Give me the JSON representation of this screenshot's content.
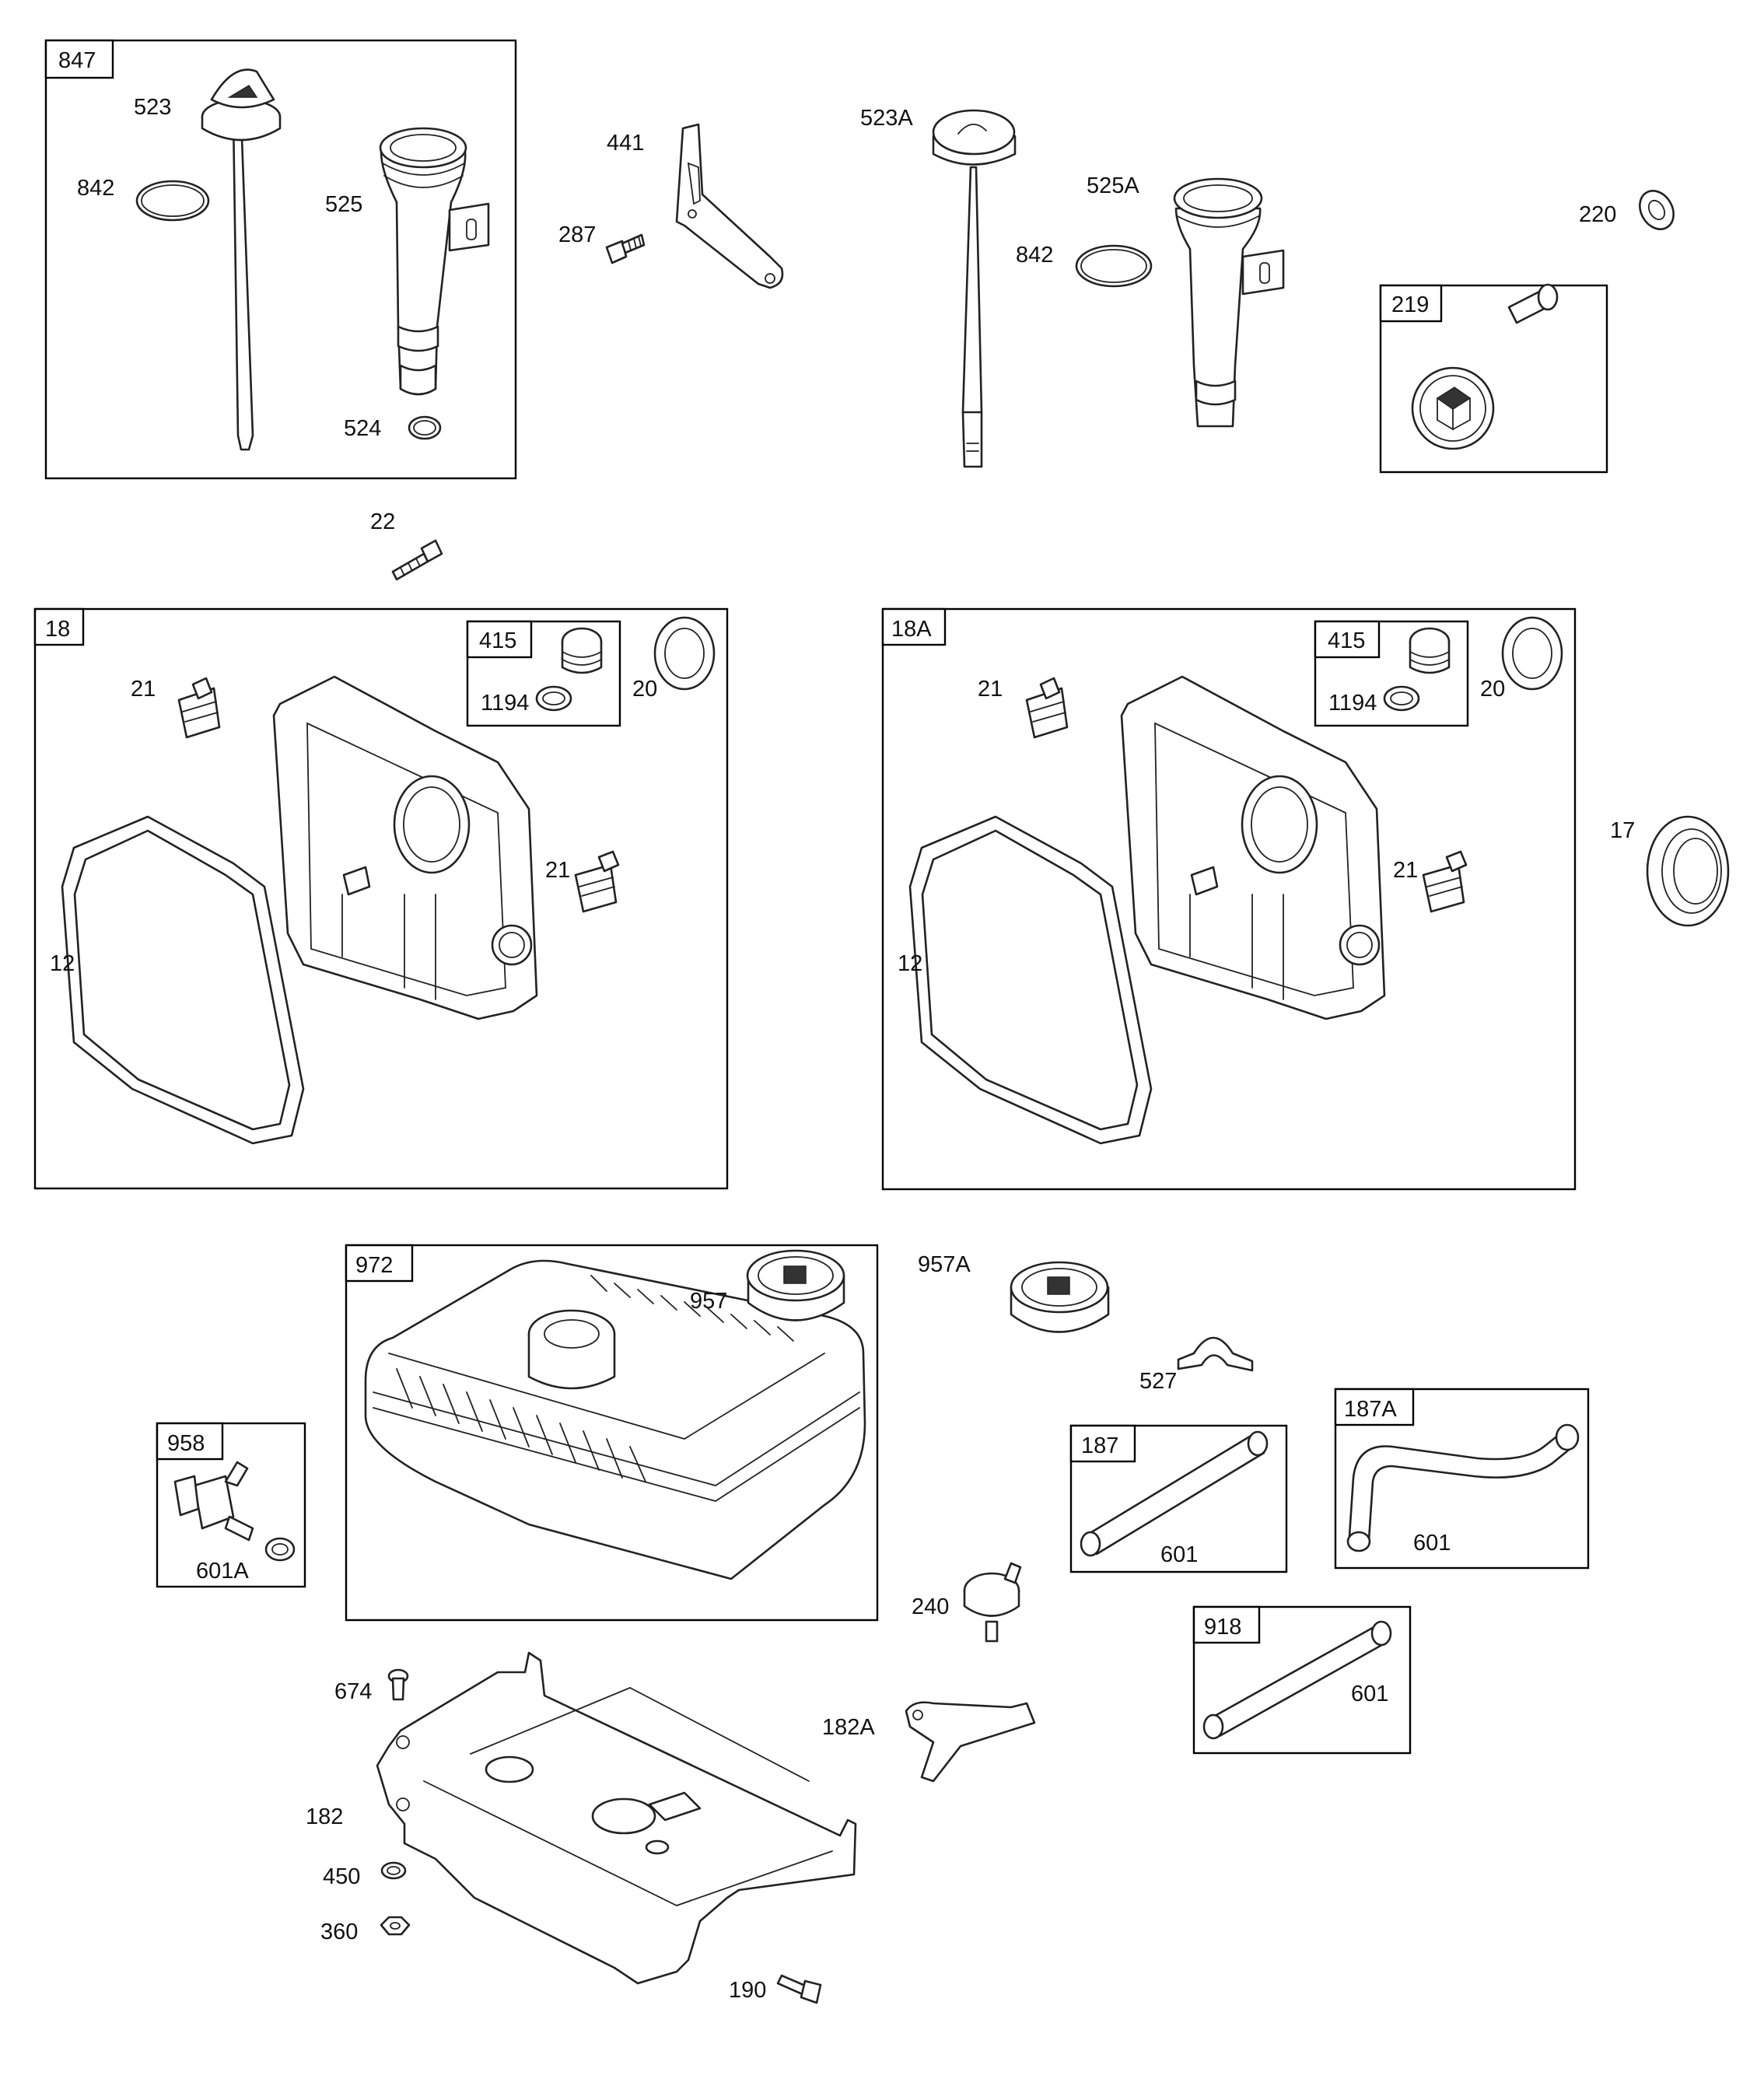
{
  "diagram": {
    "groups": [
      {
        "id": "g847",
        "label": "847"
      },
      {
        "id": "g219",
        "label": "219"
      },
      {
        "id": "g18",
        "label": "18"
      },
      {
        "id": "g415a",
        "label": "415"
      },
      {
        "id": "g18A",
        "label": "18A"
      },
      {
        "id": "g415b",
        "label": "415"
      },
      {
        "id": "g972",
        "label": "972"
      },
      {
        "id": "g958",
        "label": "958"
      },
      {
        "id": "g187",
        "label": "187"
      },
      {
        "id": "g187A",
        "label": "187A"
      },
      {
        "id": "g918",
        "label": "918"
      }
    ],
    "callouts": {
      "c523": "523",
      "c842a": "842",
      "c525": "525",
      "c524": "524",
      "c441": "441",
      "c287": "287",
      "c523A": "523A",
      "c525A": "525A",
      "c842b": "842",
      "c220": "220",
      "c22": "22",
      "c21a": "21",
      "c21b": "21",
      "c1194a": "1194",
      "c20a": "20",
      "c12a": "12",
      "c21c": "21",
      "c21d": "21",
      "c1194b": "1194",
      "c20b": "20",
      "c12b": "12",
      "c17": "17",
      "c957": "957",
      "c957A": "957A",
      "c527": "527",
      "c601A": "601A",
      "c601a": "601",
      "c601b": "601",
      "c601c": "601",
      "c240": "240",
      "c674": "674",
      "c182A": "182A",
      "c182": "182",
      "c450": "450",
      "c360": "360",
      "c190": "190"
    }
  }
}
